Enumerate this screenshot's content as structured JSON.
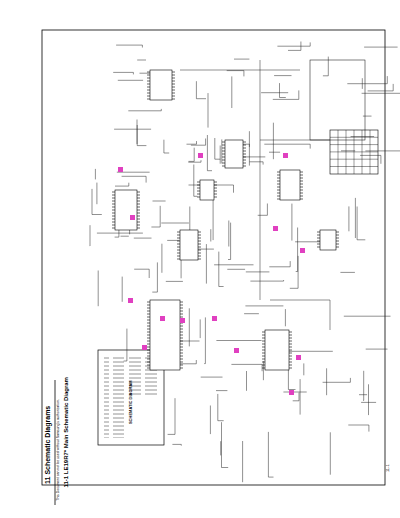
{
  "diagram": {
    "title": "11 Schematic Diagrams",
    "labels": [
      "11-1 LE19R7* Main Schematic Diagram",
      "This Document can not be used without Samsung's authorization.",
      "SCHEMATIC DIAGRAM",
      "11-1"
    ]
  }
}
